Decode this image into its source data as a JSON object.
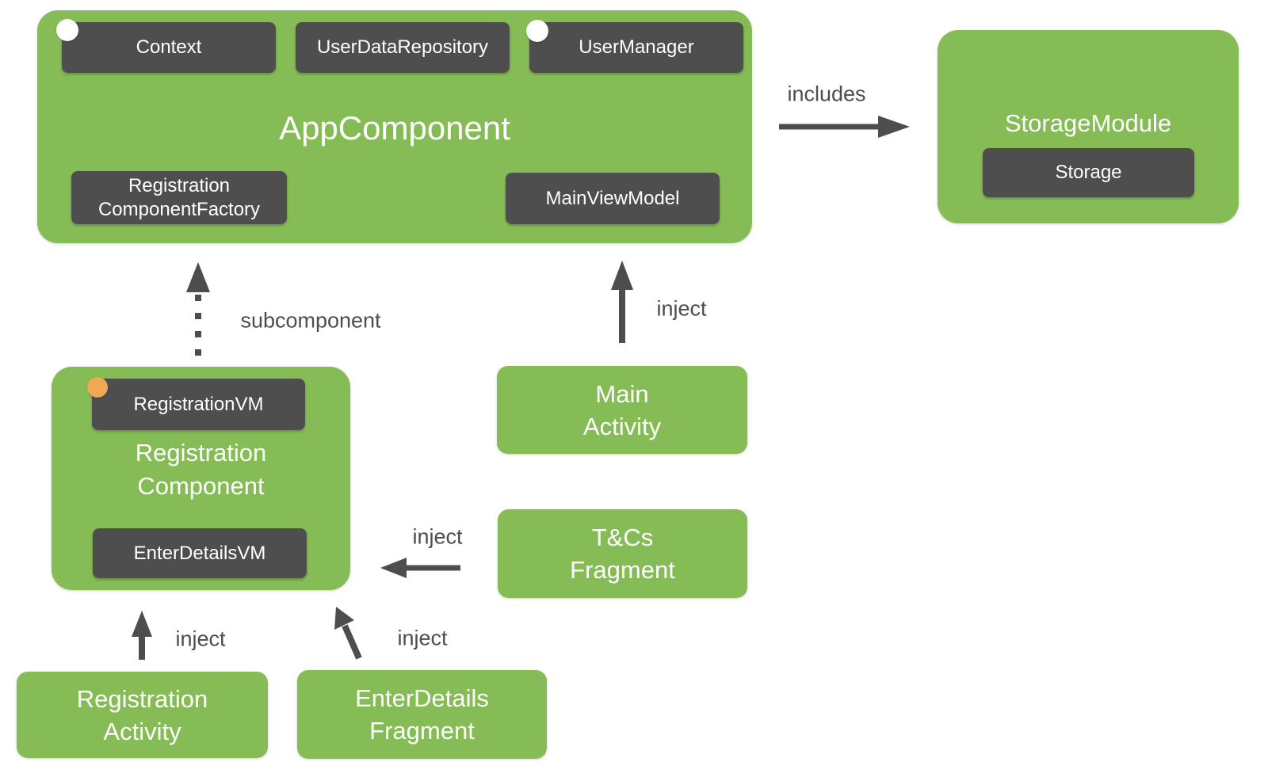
{
  "colors": {
    "node_green": "#86BC56",
    "box_dark": "#4E4E4E",
    "scoped_dot_orange": "#F0A855",
    "provision_dot_white": "#FFFFFF",
    "arrow_gray": "#4D4D4D",
    "text_on_green": "#FFFFFF"
  },
  "app_component": {
    "title": "AppComponent",
    "context_label": "Context",
    "user_data_repository_label": "UserDataRepository",
    "user_manager_label": "UserManager",
    "registration_component_factory_line1": "Registration",
    "registration_component_factory_line2": "ComponentFactory",
    "main_view_model_label": "MainViewModel"
  },
  "storage_module": {
    "title": "StorageModule",
    "storage_label": "Storage"
  },
  "registration_component": {
    "title_line1": "Registration",
    "title_line2": "Component",
    "registration_vm_label": "RegistrationVM",
    "enter_details_vm_label": "EnterDetailsVM"
  },
  "nodes": {
    "main_activity": {
      "line1": "Main",
      "line2": "Activity"
    },
    "tcs_fragment": {
      "line1": "T&Cs",
      "line2": "Fragment"
    },
    "registration_activity": {
      "line1": "Registration",
      "line2": "Activity"
    },
    "enter_details_fragment": {
      "line1": "EnterDetails",
      "line2": "Fragment"
    }
  },
  "edge_labels": {
    "includes": "includes",
    "subcomponent": "subcomponent",
    "inject_main_activity": "inject",
    "inject_tcs_fragment": "inject",
    "inject_registration_activity": "inject",
    "inject_enter_details_fragment": "inject"
  }
}
